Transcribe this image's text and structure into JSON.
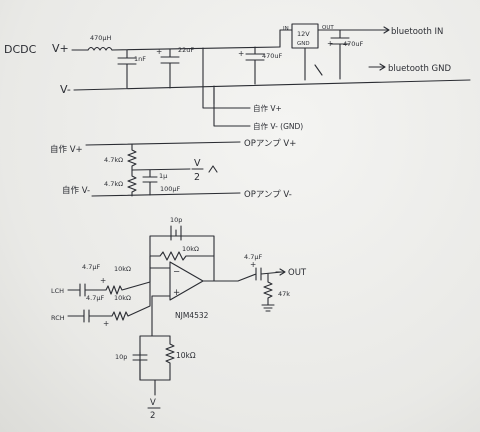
{
  "labels": {
    "dcdc": "DCDC",
    "vplus": "V+",
    "vminus": "V-",
    "cap_470u": "470μH",
    "cap_1n": "1nF",
    "cap_470u2": "470uF",
    "cap_220": "22uF",
    "reg_in": "IN",
    "reg_out": "OUT",
    "reg_part": "12V",
    "reg_gnd": "GND",
    "cap_out": "470uF",
    "bt_in": "bluetooth IN",
    "bt_gnd": "bluetooth GND",
    "node_vplus": "自作 V+",
    "node_vgnd": "自作 V- (GND)",
    "div_vplus": "自作 V+",
    "div_vminus": "自作 V-",
    "opamp_vplus": "OPアンプ V+",
    "opamp_vminus": "OPアンプ V-",
    "r_div1": "4.7kΩ",
    "r_div2": "4.7kΩ",
    "c_div1": "1μ",
    "c_div2": "100μF",
    "vhalf_num": "V",
    "vhalf_den": "2",
    "c_fb": "10p",
    "r_fb": "10kΩ",
    "l_in": "LCH",
    "r_in": "RCH",
    "c_lin": "4.7μF",
    "r_lin": "10kΩ",
    "c_rin": "4.7μF",
    "r_rin": "10kΩ",
    "c_out": "4.7μF",
    "out": "OUT",
    "r_out": "47k",
    "opamp": "NJM4532",
    "c_bias": "10p",
    "r_bias": "10kΩ",
    "vbias_num": "V",
    "vbias_den": "2"
  }
}
